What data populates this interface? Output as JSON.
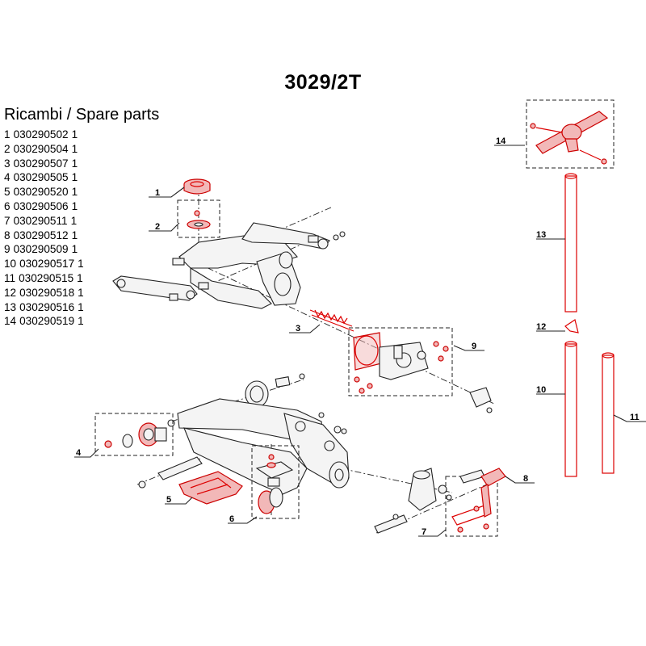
{
  "title": "3029/2T",
  "parts_heading": "Ricambi / Spare parts",
  "parts": [
    {
      "index": "1",
      "code": "030290502",
      "qty": "1"
    },
    {
      "index": "2",
      "code": "030290504",
      "qty": "1"
    },
    {
      "index": "3",
      "code": "030290507",
      "qty": "1"
    },
    {
      "index": "4",
      "code": "030290505",
      "qty": "1"
    },
    {
      "index": "5",
      "code": "030290520",
      "qty": "1"
    },
    {
      "index": "6",
      "code": "030290506",
      "qty": "1"
    },
    {
      "index": "7",
      "code": "030290511",
      "qty": "1"
    },
    {
      "index": "8",
      "code": "030290512",
      "qty": "1"
    },
    {
      "index": "9",
      "code": "030290509",
      "qty": "1"
    },
    {
      "index": "10",
      "code": "030290517",
      "qty": "1"
    },
    {
      "index": "11",
      "code": "030290515",
      "qty": "1"
    },
    {
      "index": "12",
      "code": "030290518",
      "qty": "1"
    },
    {
      "index": "13",
      "code": "030290516",
      "qty": "1"
    },
    {
      "index": "14",
      "code": "030290519",
      "qty": "1"
    }
  ],
  "callouts": [
    "1",
    "2",
    "3",
    "4",
    "5",
    "6",
    "7",
    "8",
    "9",
    "10",
    "11",
    "12",
    "13",
    "14"
  ],
  "colors": {
    "highlight": "#d40000",
    "highlight_fill": "#f2b8b8",
    "line": "#222222"
  }
}
